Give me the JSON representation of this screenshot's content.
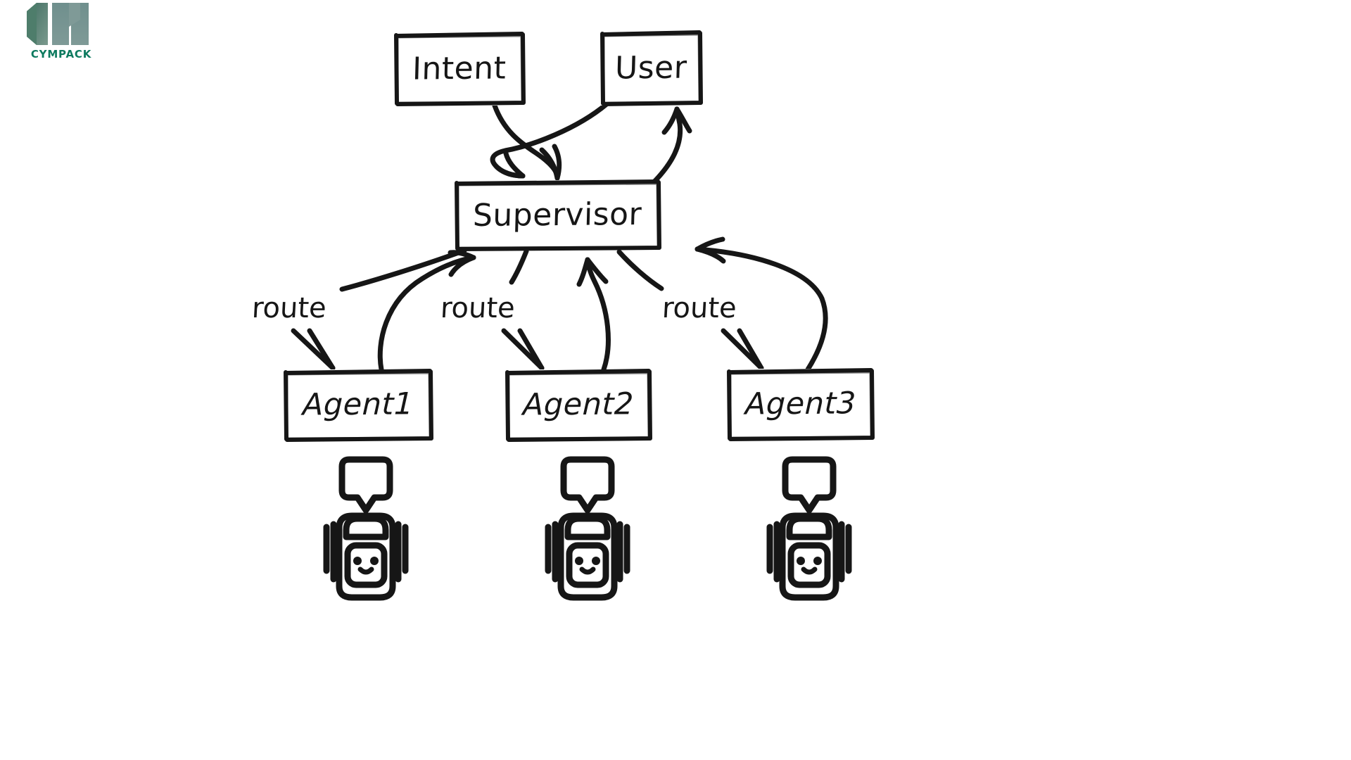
{
  "brand": {
    "name": "CYMPACK",
    "logo_icon": "cympack-logo-icon",
    "colors": {
      "wordmark": "#0d7a5f",
      "mark_left": "#4e7d6b",
      "mark_right": "#6f8f8d"
    }
  },
  "diagram": {
    "type": "flowchart",
    "style": "hand-drawn-sketch",
    "stroke_color": "#161616",
    "background": "#ffffff",
    "nodes": [
      {
        "id": "intent",
        "label": "Intent",
        "shape": "rectangle"
      },
      {
        "id": "user",
        "label": "User",
        "shape": "rectangle"
      },
      {
        "id": "supervisor",
        "label": "Supervisor",
        "shape": "rectangle"
      },
      {
        "id": "agent1",
        "label": "Agent1",
        "shape": "rectangle"
      },
      {
        "id": "agent2",
        "label": "Agent2",
        "shape": "rectangle"
      },
      {
        "id": "agent3",
        "label": "Agent3",
        "shape": "rectangle"
      }
    ],
    "edges": [
      {
        "from": "intent",
        "to": "supervisor",
        "label": ""
      },
      {
        "from": "user",
        "to": "supervisor",
        "label": ""
      },
      {
        "from": "supervisor",
        "to": "user",
        "label": ""
      },
      {
        "from": "supervisor",
        "to": "agent1",
        "label": "route"
      },
      {
        "from": "supervisor",
        "to": "agent2",
        "label": "route"
      },
      {
        "from": "supervisor",
        "to": "agent3",
        "label": "route"
      },
      {
        "from": "agent1",
        "to": "supervisor",
        "label": ""
      },
      {
        "from": "agent2",
        "to": "supervisor",
        "label": ""
      },
      {
        "from": "agent3",
        "to": "supervisor",
        "label": ""
      }
    ],
    "edge_labels": [
      "route",
      "route",
      "route"
    ],
    "icons": [
      {
        "id": "robot-1",
        "name": "robot-icon",
        "for_node": "agent1"
      },
      {
        "id": "robot-2",
        "name": "robot-icon",
        "for_node": "agent2"
      },
      {
        "id": "robot-3",
        "name": "robot-icon",
        "for_node": "agent3"
      }
    ]
  }
}
